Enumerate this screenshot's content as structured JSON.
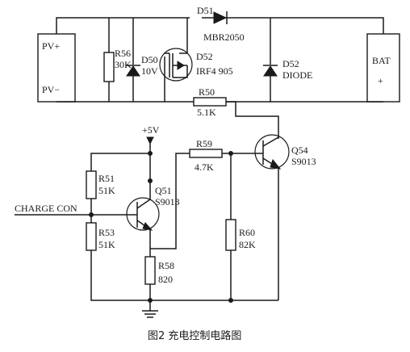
{
  "components": {
    "pv_plus": "PV+",
    "pv_minus": "PV−",
    "bat": "BAT",
    "bat_plus": "+",
    "d51_name": "D51",
    "d51_value": "MBR2050",
    "d52_name": "D52",
    "d52_value": "DIODE",
    "d50_name": "D50",
    "d50_value": "10V",
    "q52_name": "D52",
    "q52_value": "IRF4 905",
    "r56_name": "R56",
    "r56_value": "30K",
    "r50_name": "R50",
    "r50_value": "5.1K",
    "vcc": "+5V",
    "r59_name": "R59",
    "r59_value": "4.7K",
    "q54_name": "Q54",
    "q54_value": "S9013",
    "r51_name": "R51",
    "r51_value": "51K",
    "q51_name": "Q51",
    "q51_value": "S9013",
    "charge_con": "CHARGE CON",
    "r53_name": "R53",
    "r53_value": "51K",
    "r60_name": "R60",
    "r60_value": "82K",
    "r58_name": "R58",
    "r58_value": "820"
  },
  "caption": "图2   充电控制电路图"
}
